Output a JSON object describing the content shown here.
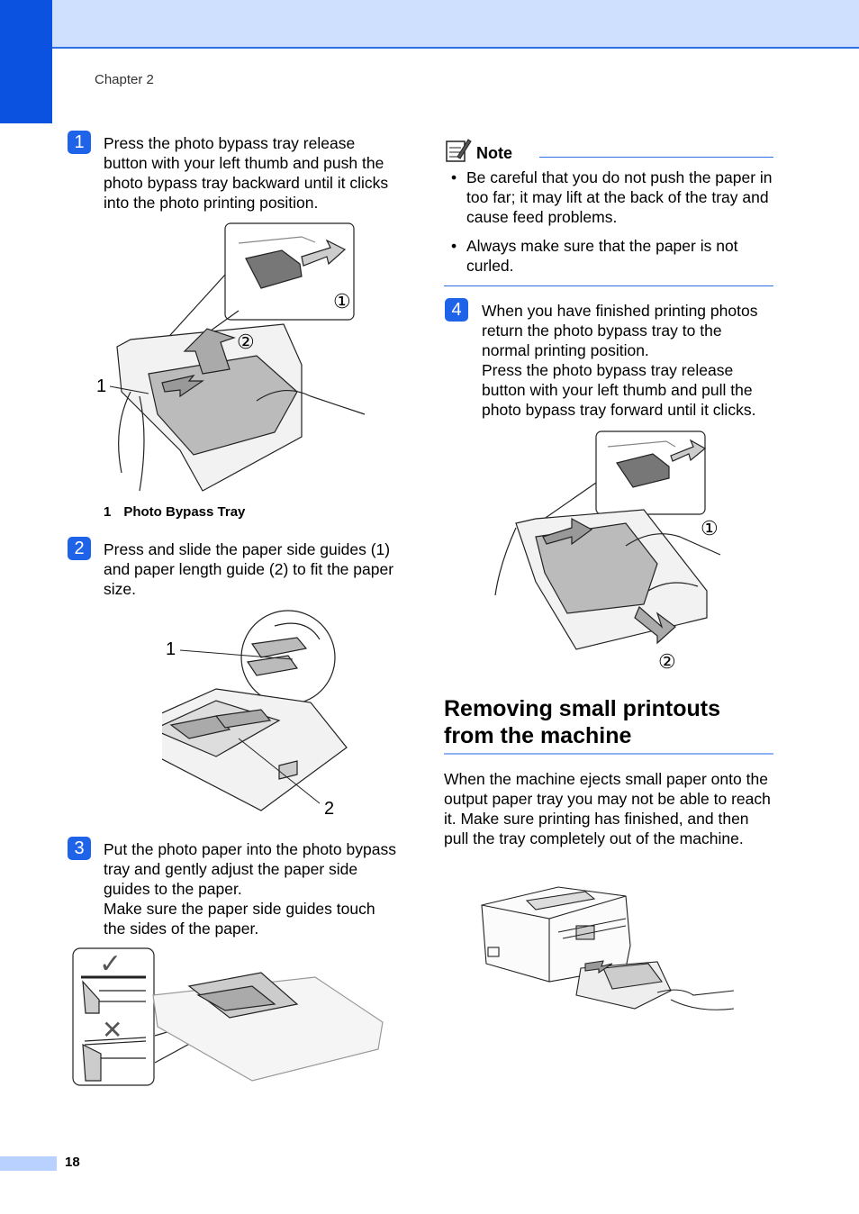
{
  "header": {
    "chapter": "Chapter 2"
  },
  "steps": [
    {
      "num": "1",
      "text": "Press the photo bypass tray  release button with your left thumb and push the photo bypass tray backward until it clicks into the photo printing position."
    },
    {
      "num": "2",
      "text": "Press and slide the paper side guides (1) and paper length guide (2) to fit the paper size."
    },
    {
      "num": "3",
      "text": "Put the photo paper into the photo bypass tray and gently adjust the paper side guides to the paper.",
      "text2": "Make sure the paper side guides touch the sides of the paper."
    },
    {
      "num": "4",
      "text": "When you have finished printing photos return the photo bypass tray to the normal printing position.",
      "text2": "Press the photo bypass tray release button with your left thumb and pull the photo bypass tray forward until it clicks."
    }
  ],
  "figure1": {
    "callout_circle_1": "①",
    "callout_circle_2": "②",
    "label_1": "1"
  },
  "caption1": {
    "num": "1",
    "text": "Photo Bypass Tray"
  },
  "figure2": {
    "label_1": "1",
    "label_2": "2"
  },
  "figure3": {
    "check": "✓",
    "cross": "✕"
  },
  "figure4": {
    "callout_circle_1": "①",
    "callout_circle_2": "②"
  },
  "note": {
    "label": "Note",
    "items": [
      "Be careful that you do not push the paper in too far; it may lift at the back of the tray and cause feed problems.",
      "Always make sure that the paper is not curled."
    ]
  },
  "section": {
    "title": "Removing small printouts from the machine",
    "body": "When the machine ejects small paper onto the output paper tray you may not be able to reach it. Make sure printing has finished, and then pull the tray completely out of the machine."
  },
  "footer": {
    "page_number": "18"
  },
  "colors": {
    "accent": "#1f63e8",
    "band": "#cfe0ff",
    "tab": "#0b52e0"
  }
}
